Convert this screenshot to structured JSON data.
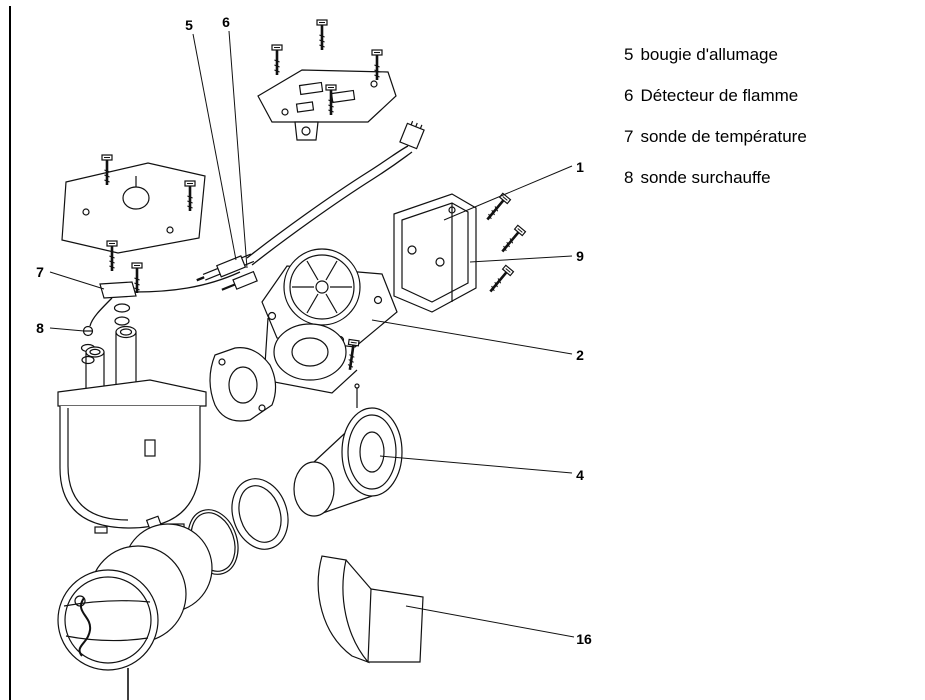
{
  "page": {
    "background": "#ffffff",
    "ink": "#111111",
    "kind": "exploded parts diagram (heater assembly)"
  },
  "legend": {
    "items": [
      {
        "number": "5",
        "label": "bougie d'allumage"
      },
      {
        "number": "6",
        "label": "Détecteur de flamme"
      },
      {
        "number": "7",
        "label": "sonde de température"
      },
      {
        "number": "8",
        "label": "sonde surchauffe"
      }
    ]
  },
  "diagram": {
    "callouts": {
      "n1": "1",
      "n2": "2",
      "n4": "4",
      "n5": "5",
      "n6": "6",
      "n7": "7",
      "n8": "8",
      "n9": "9",
      "n16": "16"
    }
  }
}
